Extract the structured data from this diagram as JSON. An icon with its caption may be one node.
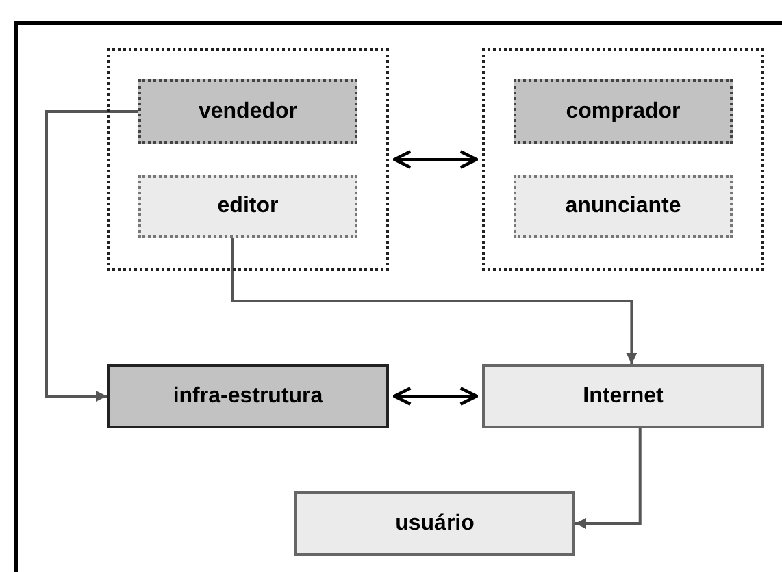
{
  "diagram": {
    "nodes": [
      {
        "text": [],
        "shape": "box"
      },
      {
        "text": [
          "vendedor"
        ],
        "in": 0
      },
      {
        "text": [
          "editor"
        ],
        "in": 0
      },
      {
        "text": [],
        "shape": "box"
      },
      {
        "text": [
          "comprador"
        ],
        "in": 3
      },
      {
        "text": [
          "anunciante"
        ],
        "in": 3
      },
      {
        "text": [
          "infra-estrutura"
        ]
      },
      {
        "text": [
          "Internet"
        ]
      },
      {
        "text": [
          "usuário"
        ]
      }
    ],
    "edges": [
      {
        "from": 0,
        "to": 3,
        "arrow": "both"
      },
      {
        "from": 1,
        "to": 6,
        "arrow": "to"
      },
      {
        "from": 2,
        "to": 7,
        "arrow": "to"
      },
      {
        "from": 6,
        "to": 7,
        "arrow": "both"
      },
      {
        "from": 7,
        "to": 8,
        "arrow": "to"
      }
    ]
  }
}
